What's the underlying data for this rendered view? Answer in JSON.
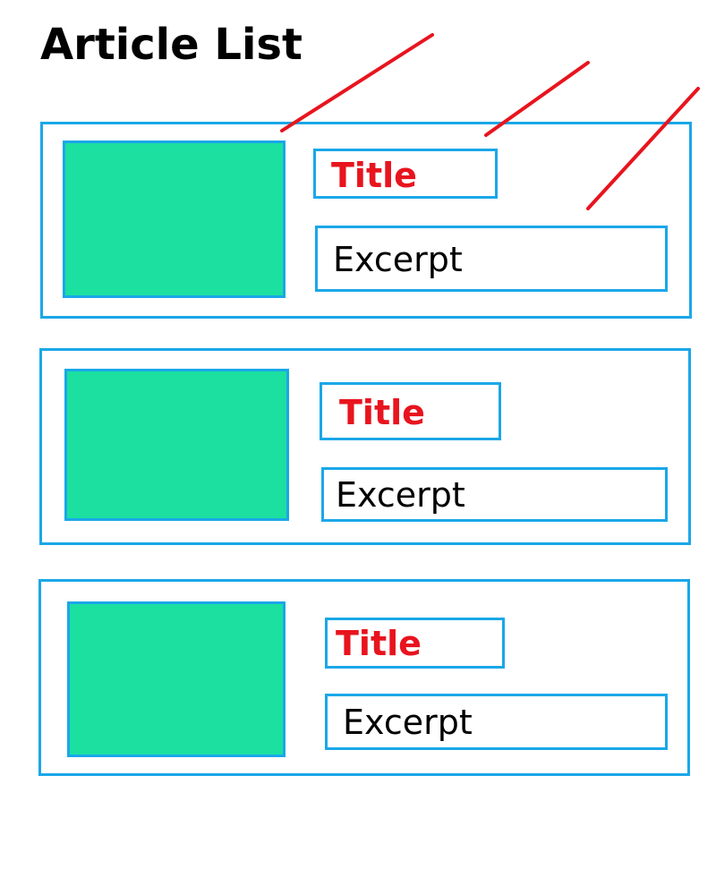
{
  "page": {
    "heading": "Article List"
  },
  "colors": {
    "outline": "#1aa7e8",
    "thumbnail_fill": "#1be0a0",
    "title_text": "#e8141e",
    "annotation_stroke": "#e8141e",
    "excerpt_text": "#000000"
  },
  "articles": [
    {
      "title": "Title",
      "excerpt": "Excerpt"
    },
    {
      "title": "Title",
      "excerpt": "Excerpt"
    },
    {
      "title": "Title",
      "excerpt": "Excerpt"
    }
  ]
}
